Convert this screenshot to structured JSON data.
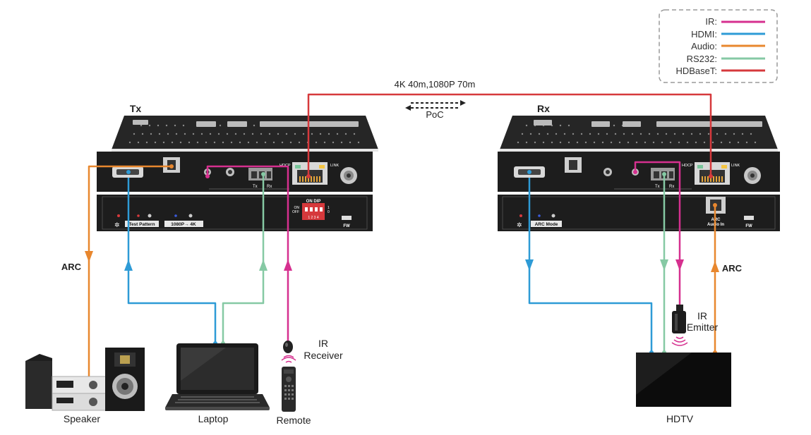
{
  "legend": {
    "items": [
      {
        "label": "IR:",
        "color": "#d6308f"
      },
      {
        "label": "HDMI:",
        "color": "#2e9bd6"
      },
      {
        "label": "Audio:",
        "color": "#e8872e"
      },
      {
        "label": "RS232:",
        "color": "#86c9a4"
      },
      {
        "label": "HDBaseT:",
        "color": "#d6393c"
      }
    ]
  },
  "link": {
    "distance": "4K 40m,1080P 70m",
    "poc": "PoC"
  },
  "tx": {
    "title": "Tx",
    "hdcp": "HDCP",
    "link": "LINK",
    "dip_title": "ON DIP",
    "dip_on": "ON",
    "dip_off": "OFF",
    "dip_nums": "1 2 3 4",
    "dip_one": "1",
    "dip_zero": "0",
    "rs_tx": "Tx",
    "rs_rx": "Rx",
    "btn_test": "Test Pattern",
    "btn_res": "1080P→ 4K",
    "fw": "FW"
  },
  "rx": {
    "title": "Rx",
    "hdcp": "HDCP",
    "link": "LINK",
    "rs_tx": "Tx",
    "rs_rx": "Rx",
    "btn_arc": "ARC Mode",
    "arc_audio_in": "ARC",
    "arc_audio_in2": "Audio In",
    "fw": "FW"
  },
  "labels": {
    "arc_left": "ARC",
    "arc_right": "ARC",
    "ir_receiver_1": "IR",
    "ir_receiver_2": "Receiver",
    "ir_emitter_1": "IR",
    "ir_emitter_2": "Emitter",
    "speaker": "Speaker",
    "laptop": "Laptop",
    "remote": "Remote",
    "hdtv": "HDTV"
  },
  "colors": {
    "ir": "#d6308f",
    "hdmi": "#2e9bd6",
    "audio": "#e8872e",
    "rs232": "#86c9a4",
    "hdbaset": "#d6393c",
    "device": "#1d1d1d"
  }
}
